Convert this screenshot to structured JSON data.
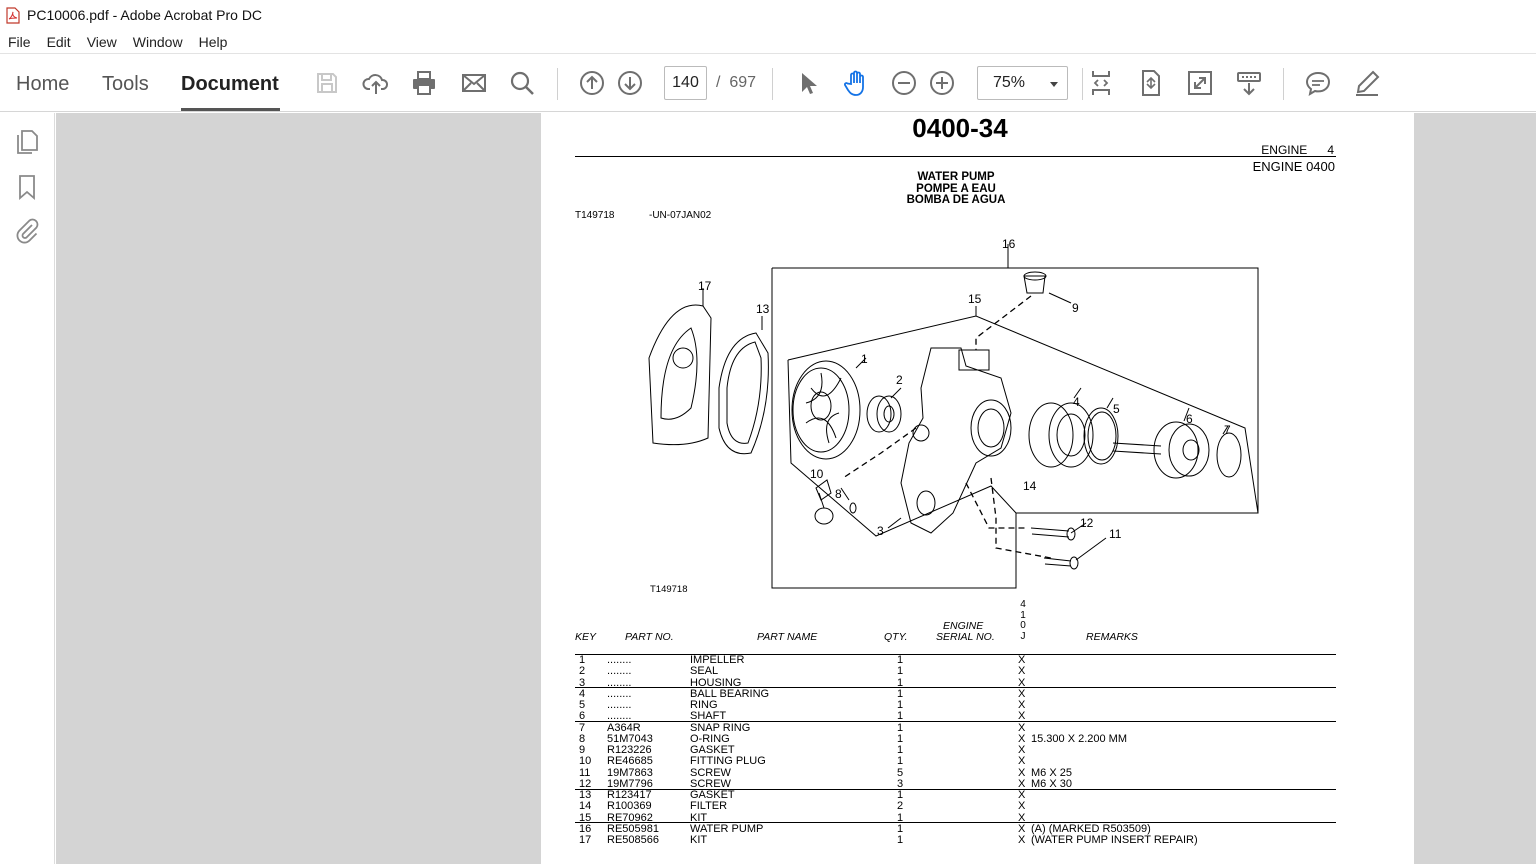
{
  "window": {
    "title": "PC10006.pdf - Adobe Acrobat Pro DC"
  },
  "menu": [
    "File",
    "Edit",
    "View",
    "Window",
    "Help"
  ],
  "tabs": {
    "home": "Home",
    "tools": "Tools",
    "document": "Document"
  },
  "nav": {
    "current_page": "140",
    "separator": "/",
    "total_pages": "697"
  },
  "zoom": {
    "value": "75%"
  },
  "colors": {
    "accent_blue": "#1473e6",
    "icon_gray": "#6f6f6f",
    "doc_bg": "#d4d4d4"
  },
  "icons": {
    "toolbar": [
      "save-icon",
      "cloud-upload-icon",
      "print-icon",
      "email-icon",
      "search-icon",
      "prev-page-icon",
      "next-page-icon",
      "select-cursor-icon",
      "hand-icon",
      "zoom-out-icon",
      "zoom-in-icon",
      "fit-page-icon",
      "scroll-mode-icon",
      "full-screen-icon",
      "read-mode-icon",
      "comment-icon",
      "highlight-pen-icon"
    ],
    "rail": [
      "pages-icon",
      "bookmark-icon",
      "attachment-icon"
    ]
  },
  "doc": {
    "page_title": "0400-34",
    "header_right_1_label": "ENGINE",
    "header_right_1_num": "4",
    "header_right_2": "ENGINE 0400",
    "section_title": [
      "WATER PUMP",
      "POMPE A EAU",
      "BOMBA DE AGUA"
    ],
    "figure_ref": "T149718",
    "figure_code": "-UN-07JAN02",
    "figure_caption": "T149718",
    "callouts": [
      "1",
      "2",
      "3",
      "4",
      "5",
      "6",
      "7",
      "8",
      "9",
      "10",
      "11",
      "12",
      "13",
      "14",
      "15",
      "16",
      "17"
    ],
    "table_headers": {
      "key": "KEY",
      "part_no": "PART NO.",
      "part_name": "PART NAME",
      "qty": "QTY.",
      "serial_1": "ENGINE",
      "serial_2": "SERIAL NO.",
      "vertical": [
        "4",
        "1",
        "0",
        "J"
      ],
      "remarks": "REMARKS"
    },
    "rows": [
      {
        "key": "1",
        "part": "........",
        "name": "IMPELLER",
        "qty": "1",
        "x": "X",
        "remarks": ""
      },
      {
        "key": "2",
        "part": "........",
        "name": "SEAL",
        "qty": "1",
        "x": "X",
        "remarks": ""
      },
      {
        "key": "3",
        "part": "........",
        "name": "HOUSING",
        "qty": "1",
        "x": "X",
        "remarks": ""
      },
      {
        "key": "4",
        "part": "........",
        "name": "BALL BEARING",
        "qty": "1",
        "x": "X",
        "remarks": ""
      },
      {
        "key": "5",
        "part": "........",
        "name": "RING",
        "qty": "1",
        "x": "X",
        "remarks": ""
      },
      {
        "key": "6",
        "part": "........",
        "name": "SHAFT",
        "qty": "1",
        "x": "X",
        "remarks": ""
      },
      {
        "key": "7",
        "part": "A364R",
        "name": "SNAP RING",
        "qty": "1",
        "x": "X",
        "remarks": ""
      },
      {
        "key": "8",
        "part": "51M7043",
        "name": "O-RING",
        "qty": "1",
        "x": "X",
        "remarks": "15.300 X 2.200 MM"
      },
      {
        "key": "9",
        "part": "R123226",
        "name": "GASKET",
        "qty": "1",
        "x": "X",
        "remarks": ""
      },
      {
        "key": "10",
        "part": "RE46685",
        "name": "FITTING PLUG",
        "qty": "1",
        "x": "X",
        "remarks": ""
      },
      {
        "key": "11",
        "part": "19M7863",
        "name": "SCREW",
        "qty": "5",
        "x": "X",
        "remarks": "M6 X 25"
      },
      {
        "key": "12",
        "part": "19M7796",
        "name": "SCREW",
        "qty": "3",
        "x": "X",
        "remarks": "M6 X 30"
      },
      {
        "key": "13",
        "part": "R123417",
        "name": "GASKET",
        "qty": "1",
        "x": "X",
        "remarks": ""
      },
      {
        "key": "14",
        "part": "R100369",
        "name": "FILTER",
        "qty": "2",
        "x": "X",
        "remarks": ""
      },
      {
        "key": "15",
        "part": "RE70962",
        "name": "KIT",
        "qty": "1",
        "x": "X",
        "remarks": ""
      },
      {
        "key": "16",
        "part": "RE505981",
        "name": "WATER PUMP",
        "qty": "1",
        "x": "X",
        "remarks": "(A) (MARKED R503509)"
      },
      {
        "key": "17",
        "part": "RE508566",
        "name": "KIT",
        "qty": "1",
        "x": "X",
        "remarks": "(WATER PUMP INSERT REPAIR)"
      }
    ]
  }
}
